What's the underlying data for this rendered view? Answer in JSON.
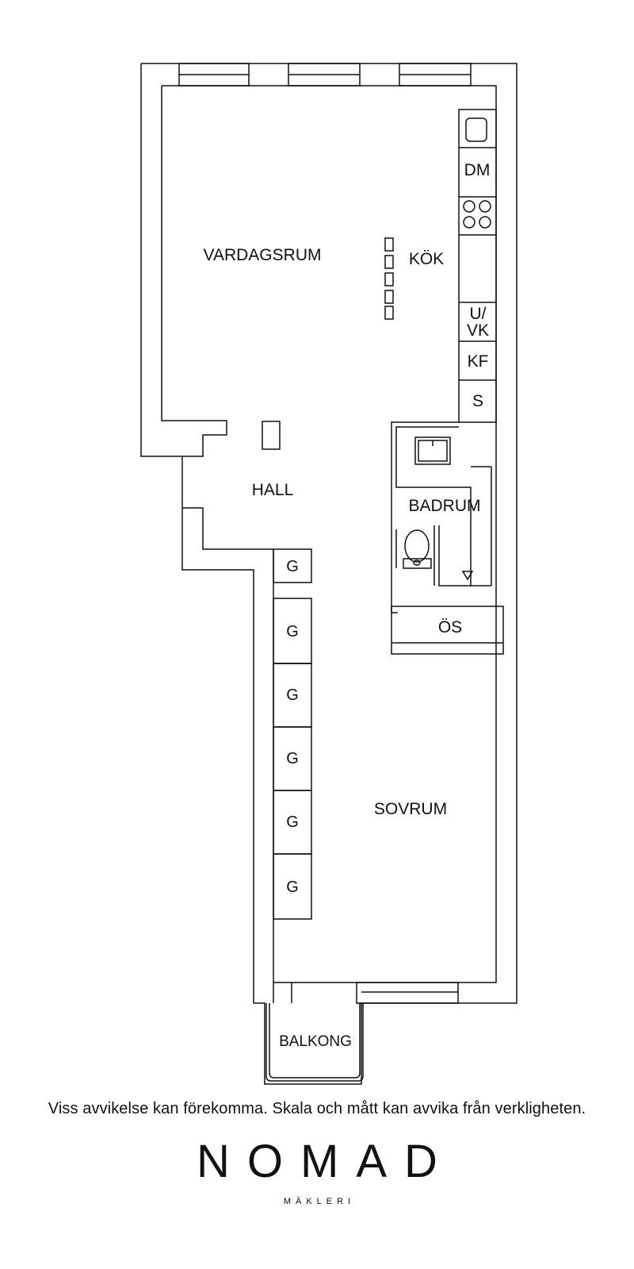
{
  "floorplan": {
    "rooms": {
      "vardagsrum": "VARDAGSRUM",
      "kok": "KÖK",
      "hall": "HALL",
      "badrum": "BADRUM",
      "os": "ÖS",
      "sovrum": "SOVRUM",
      "balkong": "BALKONG"
    },
    "kitchen_units": {
      "dm": "DM",
      "uvk_top": "U/",
      "uvk_bottom": "VK",
      "kf": "KF",
      "s": "S"
    },
    "wardrobes": [
      "G",
      "G",
      "G",
      "G",
      "G",
      "G"
    ]
  },
  "footer": {
    "disclaimer": "Viss avvikelse kan förekomma. Skala och mått kan avvika från verkligheten.",
    "brand": "NOMAD",
    "brand_sub": "MÄKLERI"
  }
}
